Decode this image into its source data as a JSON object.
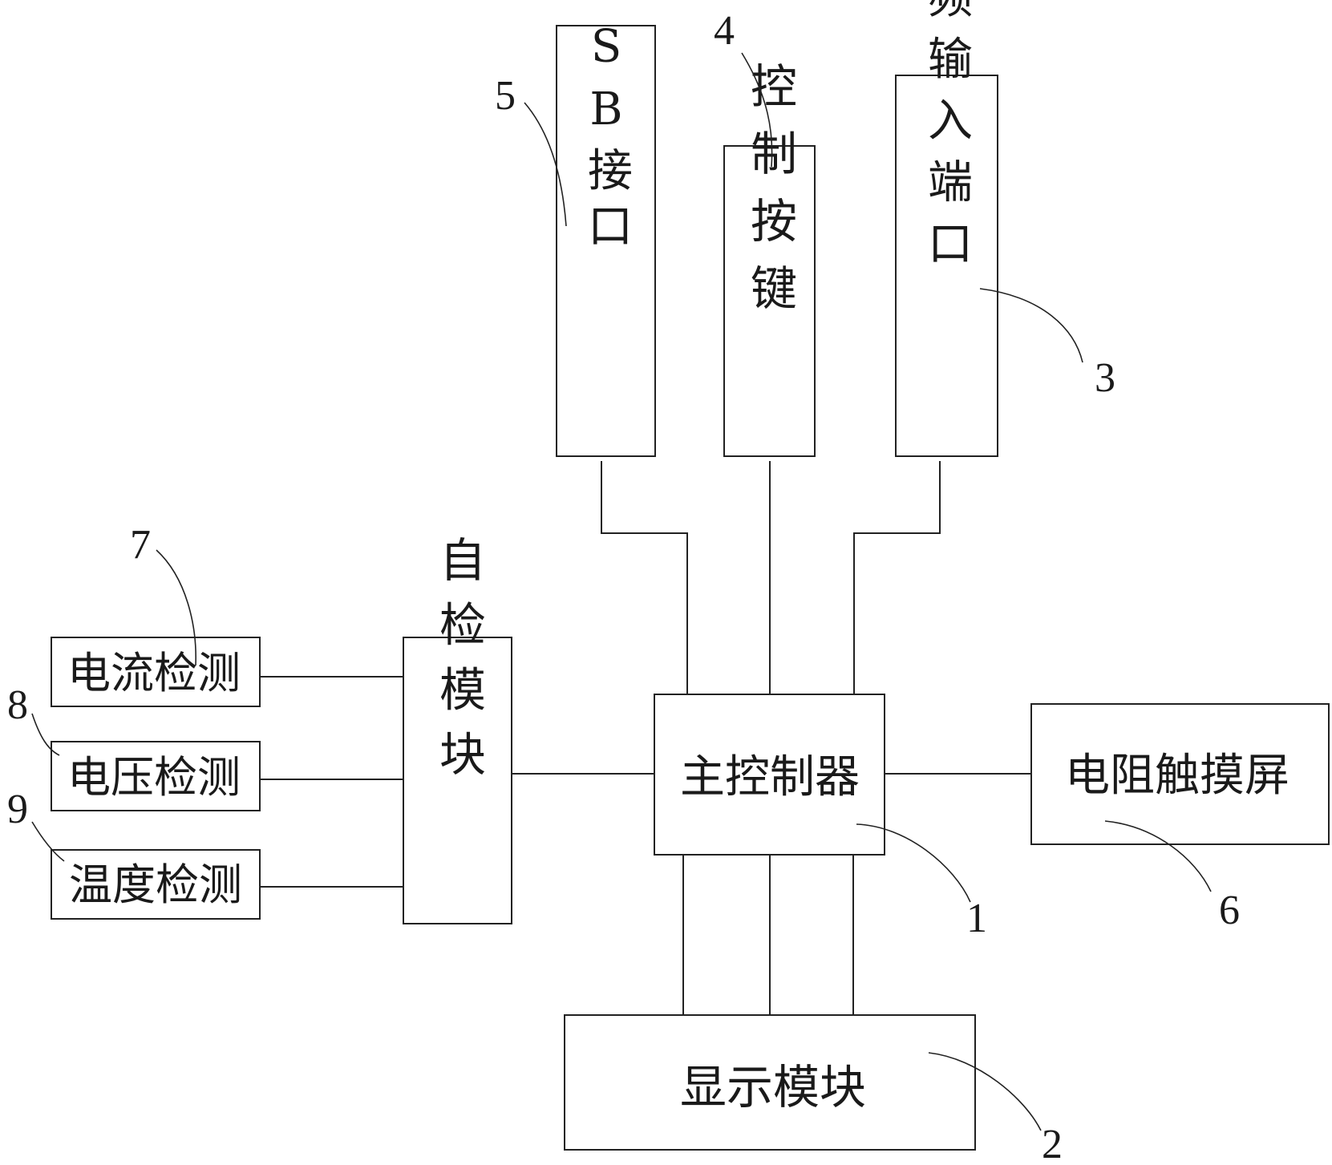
{
  "blocks": {
    "main_controller": "主控制器",
    "display_module": "显示模块",
    "self_check_module": "自检模块",
    "current_detection": "电流检测",
    "voltage_detection": "电压检测",
    "temperature_detection": "温度检测",
    "resistive_touchscreen": "电阻触摸屏",
    "external_usb": "外部USB接口",
    "control_keys": "控制按键",
    "audio_input": "音频输入端口"
  },
  "callouts": {
    "main_controller": "1",
    "display_module": "2",
    "audio_input": "3",
    "control_keys": "4",
    "external_usb": "5",
    "resistive_touchscreen": "6",
    "current_detection": "7",
    "voltage_detection": "8",
    "temperature_detection": "9"
  }
}
